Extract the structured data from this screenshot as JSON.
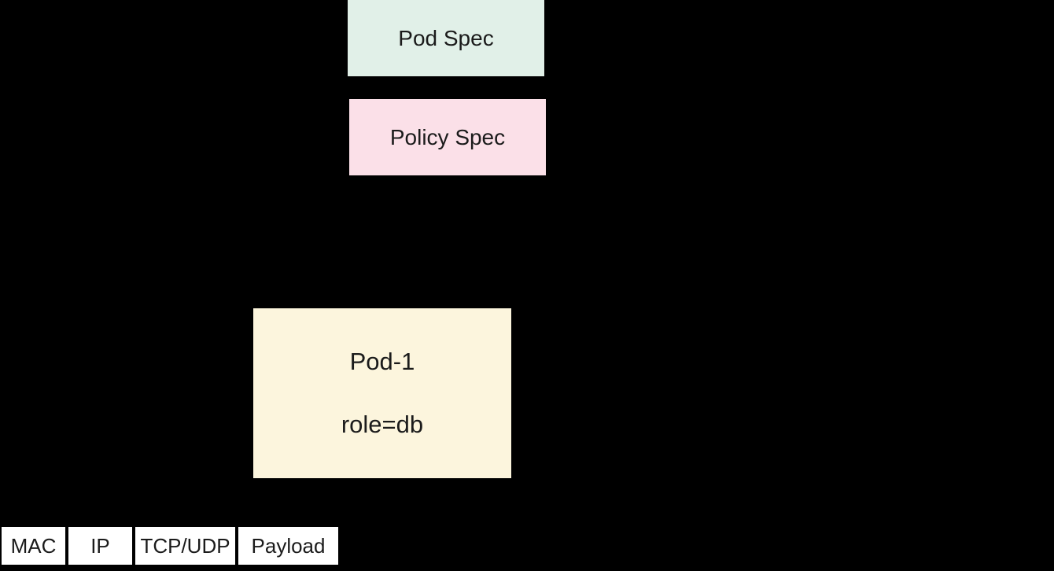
{
  "diagram": {
    "background": "#000000",
    "text_color": "#1b1b1b"
  },
  "boxes": {
    "pod_spec": {
      "label": "Pod Spec",
      "fill": "#e1f0e8"
    },
    "policy_spec": {
      "label": "Policy Spec",
      "fill": "#fbe0e8"
    },
    "pod1": {
      "title": "Pod-1",
      "subtitle": "role=db",
      "fill": "#fcf5dd"
    }
  },
  "packet": {
    "field_fill": "#ffffff",
    "fields": [
      {
        "label": "MAC"
      },
      {
        "label": "IP"
      },
      {
        "label": "TCP/UDP"
      },
      {
        "label": "Payload"
      }
    ]
  }
}
